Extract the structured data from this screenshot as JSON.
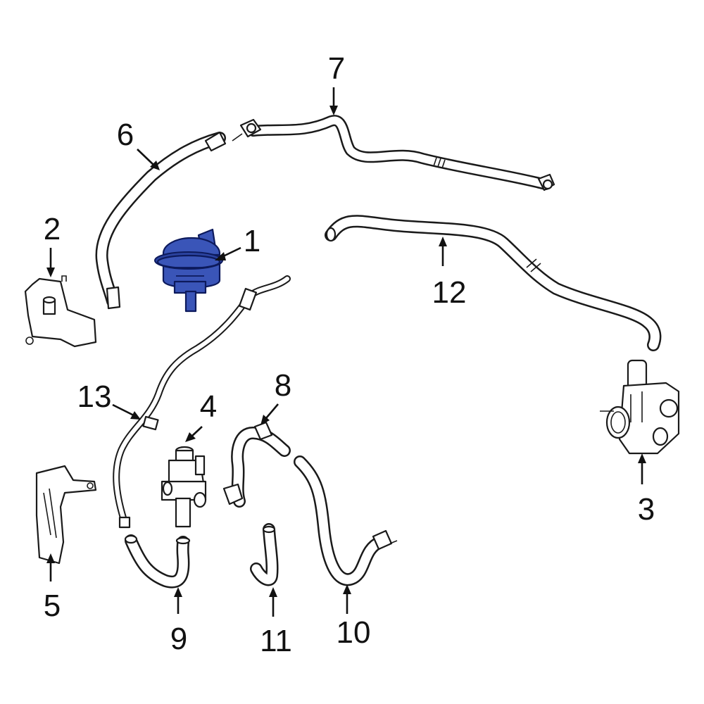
{
  "callouts": [
    {
      "number": "1"
    },
    {
      "number": "2"
    },
    {
      "number": "3"
    },
    {
      "number": "4"
    },
    {
      "number": "5"
    },
    {
      "number": "6"
    },
    {
      "number": "7"
    },
    {
      "number": "8"
    },
    {
      "number": "9"
    },
    {
      "number": "10"
    },
    {
      "number": "11"
    },
    {
      "number": "12"
    },
    {
      "number": "13"
    }
  ],
  "highlight_color": "#3a55b8",
  "line_color": "#1a1a1a"
}
